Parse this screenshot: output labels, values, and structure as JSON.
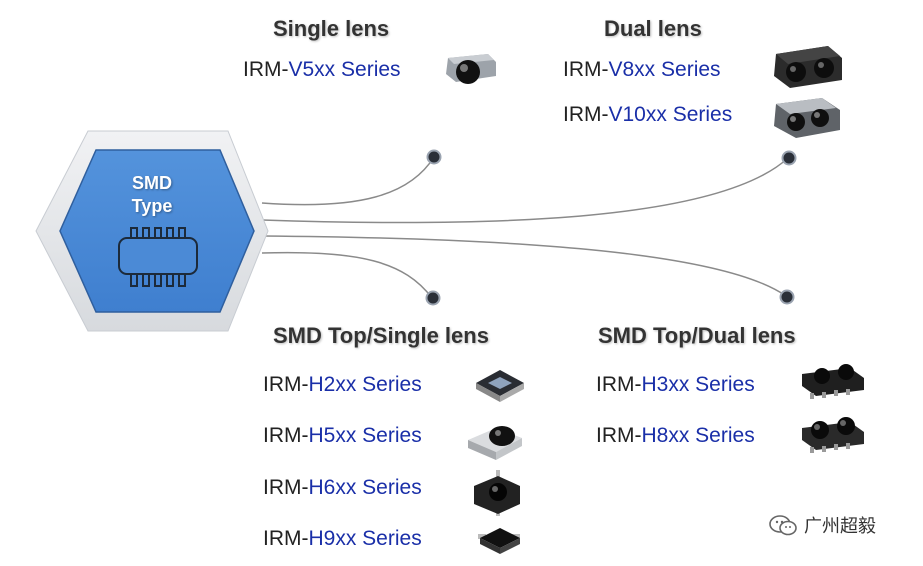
{
  "hub": {
    "line1": "SMD",
    "line2": "Type"
  },
  "groups": {
    "single_lens": {
      "title": "Single lens",
      "items": [
        {
          "prefix": "IRM-",
          "code": "V5xx Series"
        }
      ]
    },
    "dual_lens": {
      "title": "Dual lens",
      "items": [
        {
          "prefix": "IRM-",
          "code": "V8xx Series"
        },
        {
          "prefix": "IRM-",
          "code": "V10xx Series"
        }
      ]
    },
    "smd_top_single": {
      "title": "SMD Top/Single lens",
      "items": [
        {
          "prefix": "IRM-",
          "code": "H2xx Series"
        },
        {
          "prefix": "IRM-",
          "code": "H5xx Series"
        },
        {
          "prefix": "IRM-",
          "code": "H6xx Series"
        },
        {
          "prefix": "IRM-",
          "code": "H9xx Series"
        }
      ]
    },
    "smd_top_dual": {
      "title": "SMD Top/Dual lens",
      "items": [
        {
          "prefix": "IRM-",
          "code": "H3xx Series"
        },
        {
          "prefix": "IRM-",
          "code": "H8xx Series"
        }
      ]
    }
  },
  "watermark": {
    "text": "广州超毅"
  },
  "colors": {
    "hex_fill": "#4b8ad6",
    "hex_frame": "#e4e6e9",
    "accent_code": "#1a2fa8",
    "connector": "#8a8a8a"
  }
}
